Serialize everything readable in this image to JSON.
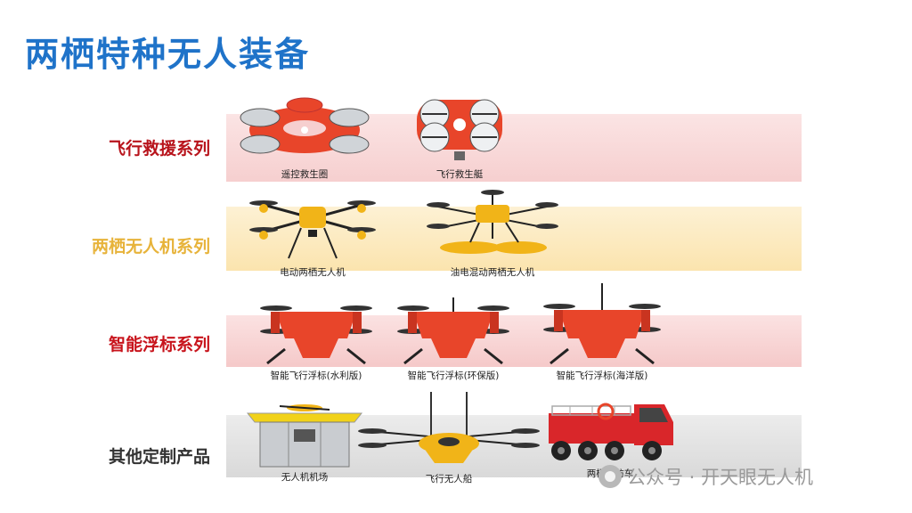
{
  "title": "两栖特种无人装备",
  "colors": {
    "title": "#1f73c9",
    "row1_label": "#b8141c",
    "row2_label": "#e7b33a",
    "row3_label": "#c8141c",
    "row4_label": "#333333",
    "drone_orange": "#e8452a",
    "drone_yellow": "#f1b418"
  },
  "rows": [
    {
      "label": "飞行救援系列",
      "items": [
        {
          "caption": "遥控救生圈",
          "icon": "rescue-ring-drone-icon"
        },
        {
          "caption": "飞行救生艇",
          "icon": "rescue-boat-drone-icon"
        }
      ]
    },
    {
      "label": "两栖无人机系列",
      "items": [
        {
          "caption": "电动两栖无人机",
          "icon": "electric-amphibious-drone-icon"
        },
        {
          "caption": "油电混动两栖无人机",
          "icon": "hybrid-amphibious-drone-icon"
        }
      ]
    },
    {
      "label": "智能浮标系列",
      "items": [
        {
          "caption": "智能飞行浮标(水利版)",
          "icon": "flying-buoy-drone-icon"
        },
        {
          "caption": "智能飞行浮标(环保版)",
          "icon": "flying-buoy-drone-icon"
        },
        {
          "caption": "智能飞行浮标(海洋版)",
          "icon": "flying-buoy-drone-icon"
        }
      ]
    },
    {
      "label": "其他定制产品",
      "items": [
        {
          "caption": "无人机机场",
          "icon": "drone-hangar-icon"
        },
        {
          "caption": "飞行无人船",
          "icon": "flying-boat-drone-icon"
        },
        {
          "caption": "两栖消防车",
          "icon": "fire-truck-icon"
        }
      ]
    }
  ],
  "watermark": "公众号 · 开天眼无人机"
}
